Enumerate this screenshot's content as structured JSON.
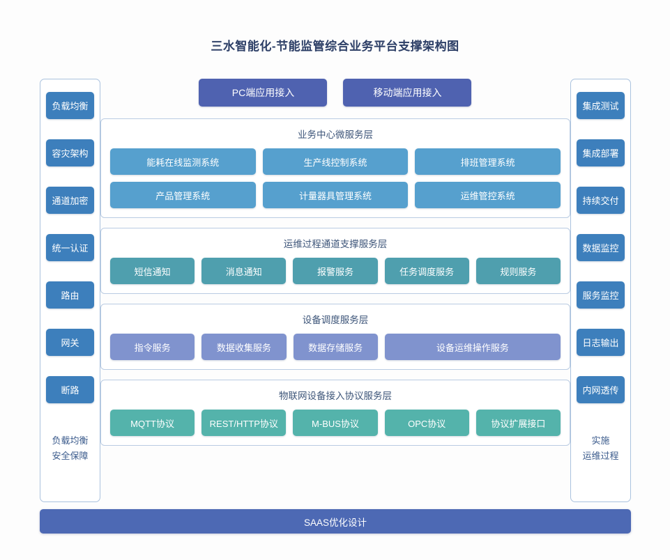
{
  "title": "三水智能化-节能监管综合业务平台支撑架构图",
  "colors": {
    "title_text": "#2c3e66",
    "side_button": "#3d7fbc",
    "access_button": "#4f62b0",
    "business_tile": "#56a0ce",
    "ops_tile": "#4f9fae",
    "device_tile": "#8093ce",
    "iot_tile": "#54b3ab",
    "saas_bar": "#4d69b4",
    "frame_border": "#aac2de",
    "background": "#fdfdfd"
  },
  "left_column": {
    "items": [
      {
        "label": "负载均衡"
      },
      {
        "label": "容灾架构"
      },
      {
        "label": "通道加密"
      },
      {
        "label": "统一认证"
      },
      {
        "label": "路由"
      },
      {
        "label": "网关"
      },
      {
        "label": "断路"
      }
    ],
    "footer_line1": "负载均衡",
    "footer_line2": "安全保障"
  },
  "right_column": {
    "items": [
      {
        "label": "集成测试"
      },
      {
        "label": "集成部署"
      },
      {
        "label": "持续交付"
      },
      {
        "label": "数据监控"
      },
      {
        "label": "服务监控"
      },
      {
        "label": "日志输出"
      },
      {
        "label": "内网透传"
      }
    ],
    "footer_line1": "实施",
    "footer_line2": "运维过程"
  },
  "access": {
    "pc": "PC端应用接入",
    "mobile": "移动端应用接入"
  },
  "layers": [
    {
      "key": "business",
      "title": "业务中心微服务层",
      "rows": [
        [
          "能耗在线监测系统",
          "生产线控制系统",
          "排班管理系统"
        ],
        [
          "产品管理系统",
          "计量器具管理系统",
          "运维管控系统"
        ]
      ]
    },
    {
      "key": "ops",
      "title": "运维过程通道支撑服务层",
      "rows": [
        [
          "短信通知",
          "消息通知",
          "报警服务",
          "任务调度服务",
          "规则服务"
        ]
      ]
    },
    {
      "key": "device",
      "title": "设备调度服务层",
      "rows": [
        [
          "指令服务",
          "数据收集服务",
          "数据存储服务",
          "设备运维操作服务"
        ]
      ]
    },
    {
      "key": "iot",
      "title": "物联网设备接入协议服务层",
      "rows": [
        [
          "MQTT协议",
          "REST/HTTP协议",
          "M-BUS协议",
          "OPC协议",
          "协议扩展接口"
        ]
      ]
    }
  ],
  "saas": "SAAS优化设计"
}
